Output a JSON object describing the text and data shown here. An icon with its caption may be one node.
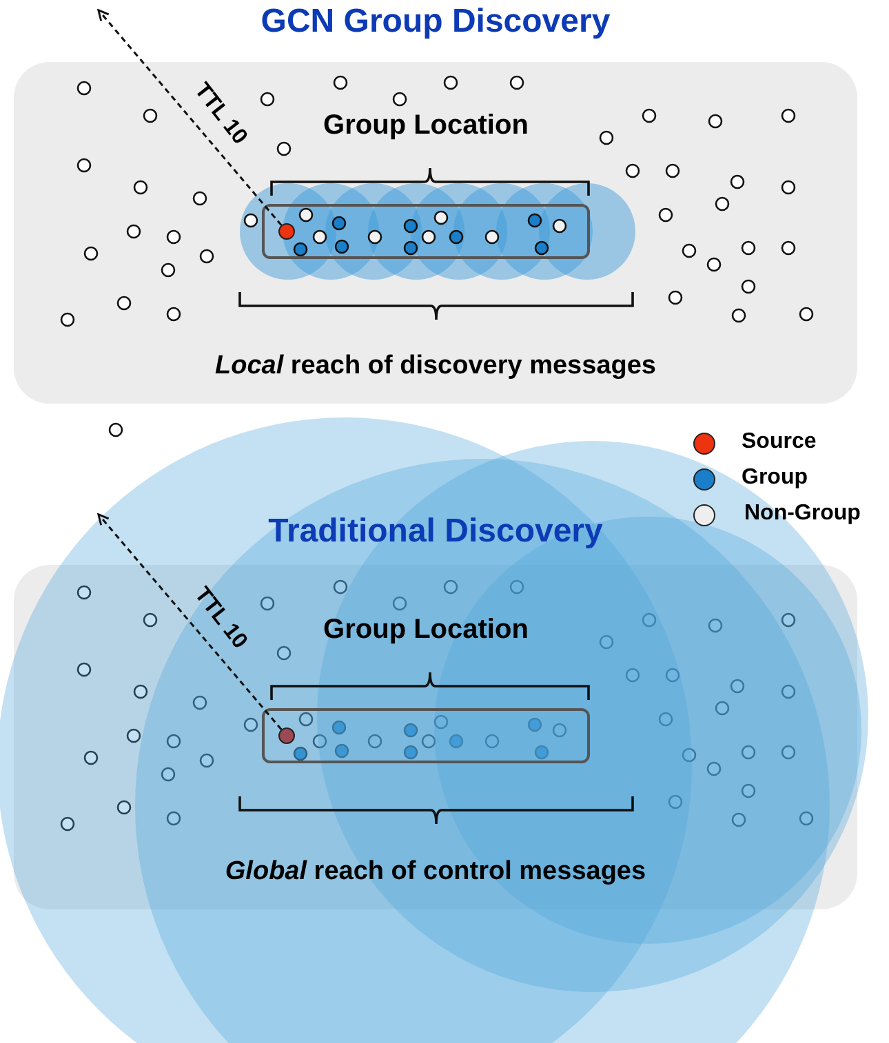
{
  "diagram": {
    "nodes": [
      {
        "text": [
          "GCN Group Discovery",
          "*Local* reach of discovery messages"
        ]
      },
      {
        "text": [
          "Group Location"
        ],
        "in": 0
      },
      {
        "text": [],
        "shape": "circle",
        "in": 1
      },
      {
        "text": [
          "Traditional Discovery",
          "*Global* reach of control messages"
        ]
      },
      {
        "text": [
          "Group Location"
        ],
        "in": 3
      },
      {
        "text": [],
        "shape": "circle",
        "in": 4
      }
    ],
    "edges": [
      {
        "from": 2,
        "to": null,
        "arrow": "to",
        "label": "TTL 10",
        "style": "dashed"
      },
      {
        "from": 5,
        "to": null,
        "arrow": "to",
        "label": "TTL 10",
        "style": "dashed"
      }
    ],
    "legend": [
      {
        "text": "Source",
        "color": "#ee3311"
      },
      {
        "text": "Group",
        "color": "#1a7fc8"
      },
      {
        "text": "Non-Group",
        "color": "#eeeeee"
      }
    ]
  }
}
